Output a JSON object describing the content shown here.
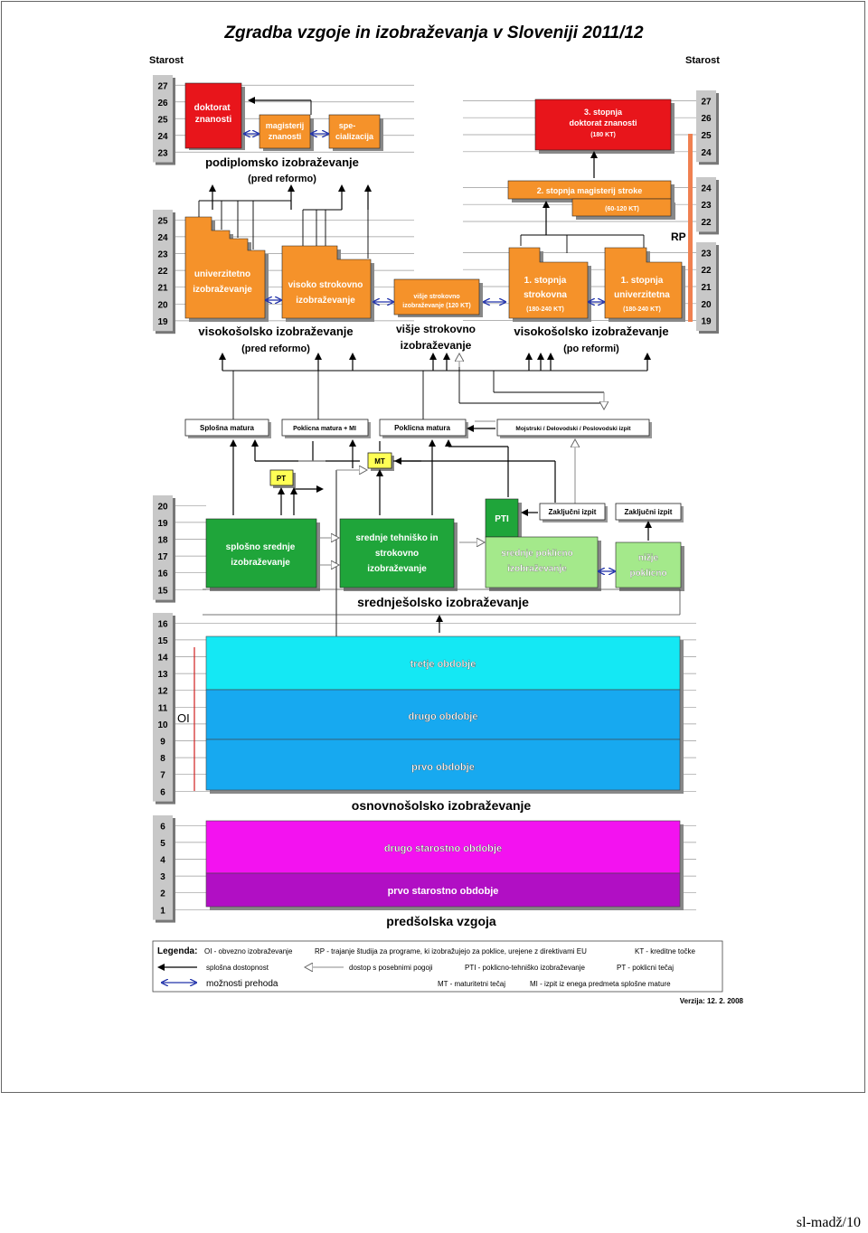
{
  "title": "Zgradba vzgoje in izobraževanja v Sloveniji 2011/12",
  "age_label": "Starost",
  "ages_left_upper": [
    "27",
    "26",
    "25",
    "24",
    "23"
  ],
  "ages_left_mid": [
    "25",
    "24",
    "23",
    "22",
    "21",
    "20",
    "19"
  ],
  "ages_left_sec": [
    "20",
    "19",
    "18",
    "17",
    "16",
    "15"
  ],
  "ages_left_basic": [
    "16",
    "15",
    "14",
    "13",
    "12",
    "11",
    "10",
    "9",
    "8",
    "7",
    "6"
  ],
  "ages_left_pre": [
    "6",
    "5",
    "4",
    "3",
    "2",
    "1"
  ],
  "ages_right_upper": [
    "27",
    "26",
    "25",
    "24"
  ],
  "ages_right_mid": [
    "24",
    "23",
    "22"
  ],
  "ages_right_low": [
    "23",
    "22",
    "21",
    "20",
    "19"
  ],
  "boxes": {
    "doktorat": "doktorat znanosti",
    "magisterij": "magisterij znanosti",
    "specializacija": "spe- cializacija",
    "univerzitetno": "univerzitetno izobraževanje",
    "visoko": "visoko strokovno izobraževanje",
    "visje_small": "višje strokovno izobraževanje (120 KT)",
    "stopnja3": "3. stopnja doktorat znanosti",
    "stopnja3_kt": "(180 KT)",
    "stopnja2": "2. stopnja magisterij stroke",
    "stopnja2_kt": "(60-120 KT)",
    "strokovna": "1. stopnja strokovna",
    "strokovna_kt": "(180-240 KT)",
    "univerzitetna": "1. stopnja univerzitetna",
    "univerzitetna_kt": "(180-240 KT)",
    "splosna_matura": "Splošna matura",
    "poklicna_mi": "Poklicna matura + MI",
    "poklicna_matura": "Poklicna matura",
    "mojstrski": "Mojstrski / Delovodski / Poslovodski izpit",
    "mt": "MT",
    "pt": "PT",
    "pti": "PTI",
    "zakljucni1": "Zaključni izpit",
    "zakljucni2": "Zaključni izpit",
    "splosno_srednje": "splošno srednje izobraževanje",
    "tehnisko": "srednje tehniško in strokovno izobraževanje",
    "poklicno": "srednje poklicno izobraževanje",
    "nizje": "nižje poklicno",
    "tretje": "tretje obdobje",
    "drugo": "drugo obdobje",
    "prvo": "prvo obdobje",
    "drugo_starostno": "drugo starostno obdobje",
    "prvo_starostno": "prvo starostno obdobje"
  },
  "section_labels": {
    "podiplomsko": "podiplomsko izobraževanje",
    "pred_reformo1": "(pred reformo)",
    "visokosolsko1": "visokošolsko izobraževanje",
    "pred_reformo2": "(pred reformo)",
    "visje": "višje strokovno izobraževanje",
    "visokosolsko2": "visokošolsko izobraževanje",
    "po_reformi": "(po reformi)",
    "srednjesolsko": "srednješolsko izobraževanje",
    "osnovnosolsko": "osnovnošolsko izobraževanje",
    "predsolska": "predšolska vzgoja",
    "rp": "RP",
    "oi": "OI"
  },
  "legend": {
    "heading": "Legenda:",
    "oi": "OI - obvezno izobraževanje",
    "rp": "RP - trajanje študija za programe, ki izobražujejo za poklice, urejene z direktivami EU",
    "kt": "KT - kreditne točke",
    "splosna": "splošna dostopnost",
    "dostop": "dostop s posebnimi pogoji",
    "pti": "PTI - poklicno-tehniško izobraževanje",
    "pt": "PT - poklicni tečaj",
    "moznosti": "možnosti prehoda",
    "mt": "MT - maturitetni tečaj",
    "mi": "MI - izpit iz enega predmeta splošne mature"
  },
  "version": "Verzija: 12. 2. 2008",
  "footer": "sl-madž/10",
  "colors": {
    "red": "#e8151b",
    "orange": "#f5922a",
    "green": "#1fa53a",
    "lightgreen": "#a4e98b",
    "yellow": "#ffff55",
    "cyan": "#14e8f4",
    "blue": "#17a9f0",
    "magenta": "#f312f0",
    "purple": "#b10fc4"
  }
}
